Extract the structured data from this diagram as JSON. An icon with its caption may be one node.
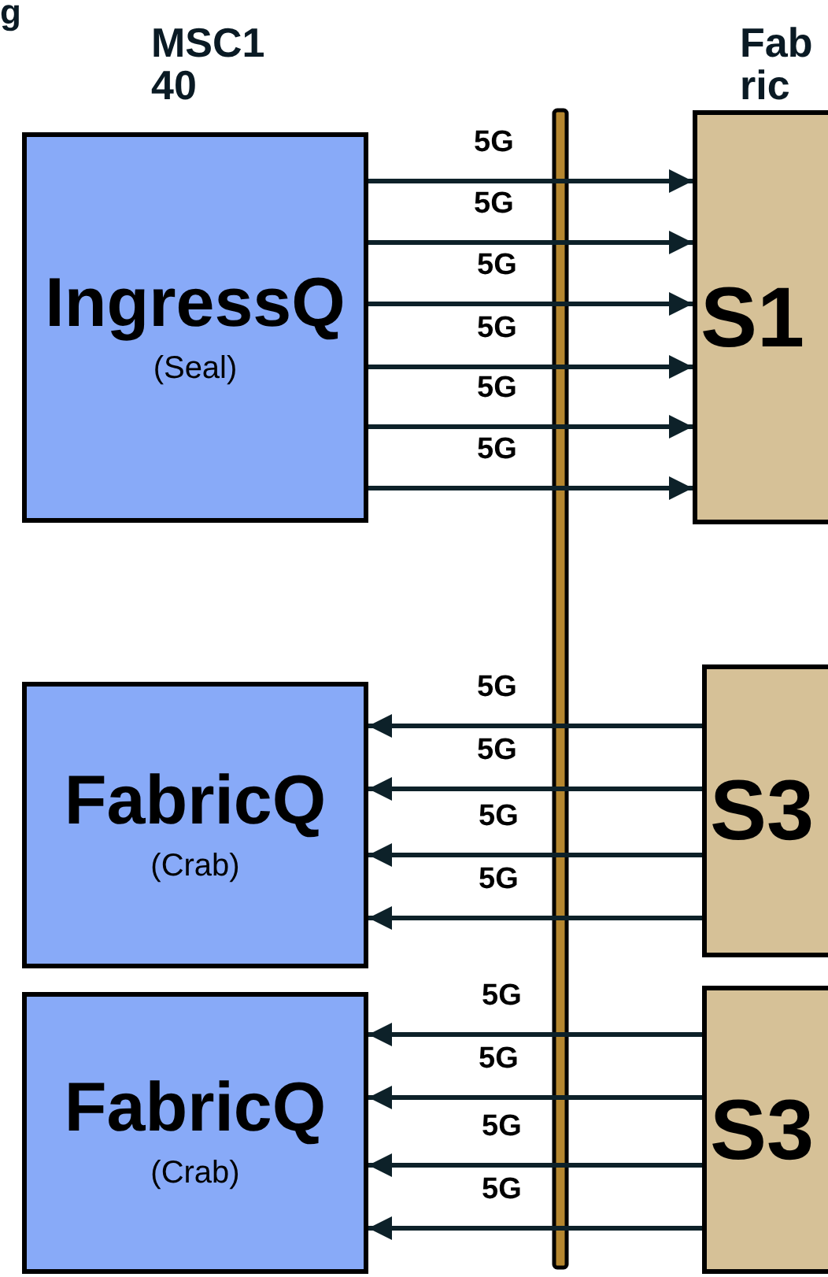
{
  "diagram": {
    "nodes": [
      {
        "text": [
          "IngressQ",
          "(Seal)"
        ]
      },
      {
        "text": [
          "S1"
        ]
      },
      {
        "text": [
          "FabricQ",
          "(Crab)"
        ]
      },
      {
        "text": [
          "S3"
        ]
      },
      {
        "text": [
          "FabricQ",
          "(Crab)"
        ]
      },
      {
        "text": [
          "S3"
        ]
      }
    ],
    "edges": [
      {
        "from": 0,
        "to": 1,
        "arrow": "to",
        "label": "5G"
      },
      {
        "from": 0,
        "to": 1,
        "arrow": "to",
        "label": "5G"
      },
      {
        "from": 0,
        "to": 1,
        "arrow": "to",
        "label": "5G"
      },
      {
        "from": 0,
        "to": 1,
        "arrow": "to",
        "label": "5G"
      },
      {
        "from": 0,
        "to": 1,
        "arrow": "to",
        "label": "5G"
      },
      {
        "from": 0,
        "to": 1,
        "arrow": "to",
        "label": "5G"
      },
      {
        "from": 3,
        "to": 2,
        "arrow": "to",
        "label": "5G"
      },
      {
        "from": 3,
        "to": 2,
        "arrow": "to",
        "label": "5G"
      },
      {
        "from": 3,
        "to": 2,
        "arrow": "to",
        "label": "5G"
      },
      {
        "from": 3,
        "to": 2,
        "arrow": "to",
        "label": "5G"
      },
      {
        "from": 5,
        "to": 4,
        "arrow": "to",
        "label": "5G"
      },
      {
        "from": 5,
        "to": 4,
        "arrow": "to",
        "label": "5G"
      },
      {
        "from": 5,
        "to": 4,
        "arrow": "to",
        "label": "5G"
      },
      {
        "from": 5,
        "to": 4,
        "arrow": "to",
        "label": "5G"
      }
    ],
    "labels": [
      "g",
      "MSC140",
      "Fabric"
    ]
  }
}
